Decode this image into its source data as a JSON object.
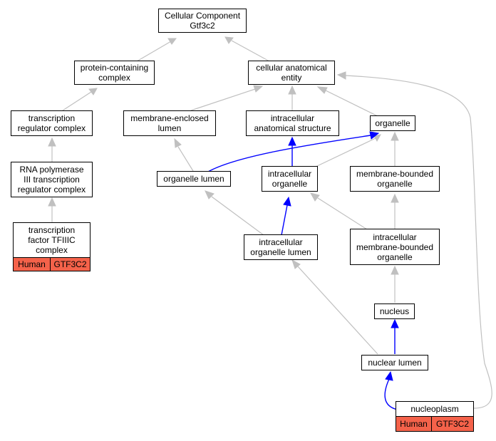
{
  "nodes": {
    "cellular_component": "Cellular Component\nGtf3c2",
    "protein_containing_complex": "protein-containing\ncomplex",
    "cellular_anatomical_entity": "cellular anatomical\nentity",
    "transcription_regulator_complex": "transcription\nregulator complex",
    "membrane_enclosed_lumen": "membrane-enclosed\nlumen",
    "intracellular_anatomical_structure": "intracellular\nanatomical structure",
    "organelle": "organelle",
    "rna_polymerase_iii_complex": "RNA polymerase\nIII transcription\nregulator complex",
    "organelle_lumen": "organelle lumen",
    "intracellular_organelle": "intracellular\norganelle",
    "membrane_bounded_organelle": "membrane-bounded\norganelle",
    "tfiiic_complex": "transcription\nfactor TFIIIC\ncomplex",
    "intracellular_organelle_lumen": "intracellular\norganelle lumen",
    "intracellular_membrane_bounded_organelle": "intracellular\nmembrane-bounded\norganelle",
    "nucleus": "nucleus",
    "nuclear_lumen": "nuclear lumen",
    "nucleoplasm": "nucleoplasm"
  },
  "tags": {
    "tfiiic_species": "Human",
    "tfiiic_gene": "GTF3C2",
    "nucleoplasm_species": "Human",
    "nucleoplasm_gene": "GTF3C2"
  },
  "colors": {
    "edge_gray": "#c0c0c0",
    "edge_blue": "#0000ff",
    "tag_fill": "#f4624a"
  }
}
